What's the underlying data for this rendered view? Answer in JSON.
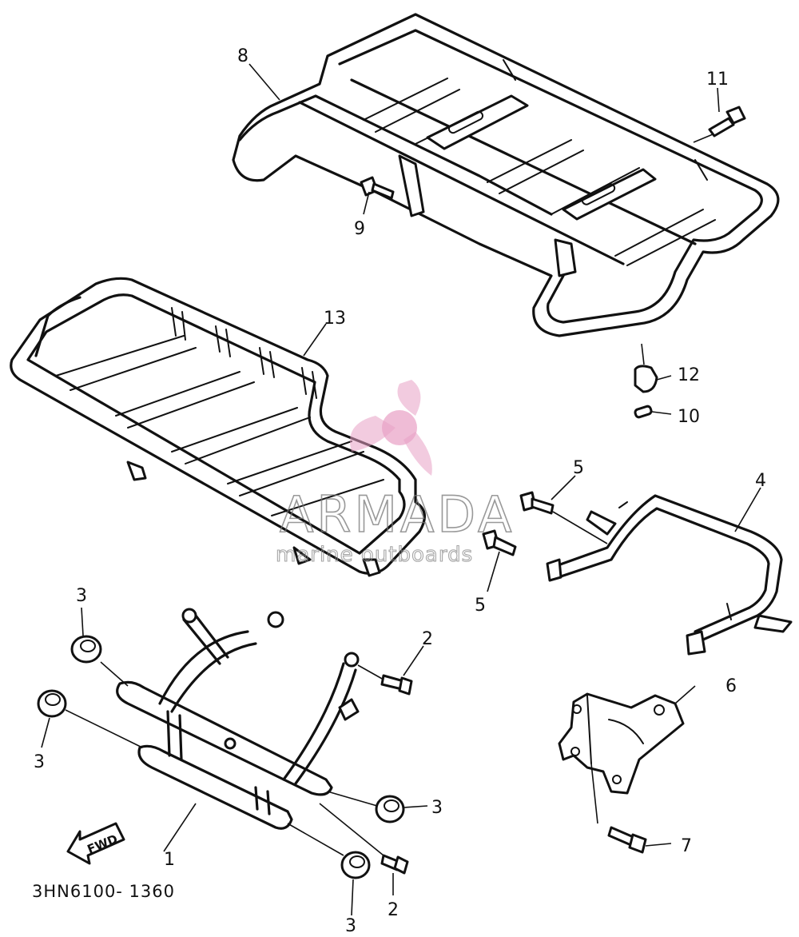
{
  "diagram": {
    "part_code": "3HN6100- 1360",
    "fwd_label": "FWD",
    "callouts": {
      "c1": "1",
      "c2a": "2",
      "c2b": "2",
      "c3a": "3",
      "c3b": "3",
      "c3c": "3",
      "c3d": "3",
      "c4": "4",
      "c5a": "5",
      "c5b": "5",
      "c6": "6",
      "c7": "7",
      "c8": "8",
      "c9": "9",
      "c10": "10",
      "c11": "11",
      "c12": "12",
      "c13": "13"
    }
  },
  "watermark": {
    "brand": "ARMADA",
    "tagline": "marine outboards",
    "logo_color": "#e8a0c4"
  }
}
